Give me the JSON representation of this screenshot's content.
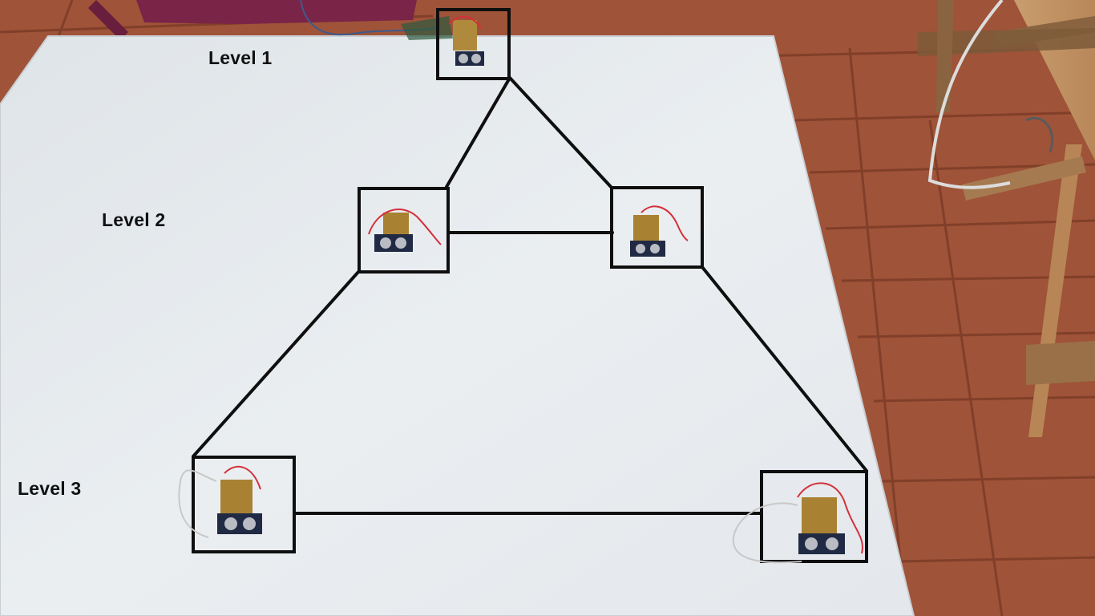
{
  "labels": {
    "level_1": "Level 1",
    "level_2": "Level 2",
    "level_3": "Level 3"
  },
  "colors": {
    "floor": "#a5573b",
    "floor_grout": "#7c3d27",
    "paper": "#e8ecef",
    "frame": "#0f0f0f",
    "link": "#0f0f0f"
  },
  "scene": {
    "robot_count": 5,
    "levels": 3
  }
}
